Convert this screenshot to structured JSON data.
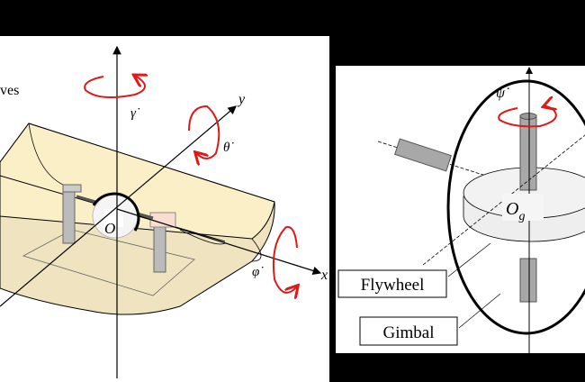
{
  "left_panel": {
    "partial_label": "ves",
    "gamma_rate": "γ̇",
    "theta_rate": "θ̇",
    "phi_rate": "φ̇",
    "axis_y": "y",
    "axis_x": "x",
    "origin": "O"
  },
  "right_panel": {
    "psi_rate": "ψ̇",
    "origin": "O",
    "origin_sub": "g",
    "flywheel_label": "Flywheel",
    "gimbal_label": "Gimbal"
  },
  "colors": {
    "rotation": "#e01818",
    "hull": "#fbefc8",
    "hull_dark": "#efe3c0",
    "shaft": "#a8a8a8"
  }
}
